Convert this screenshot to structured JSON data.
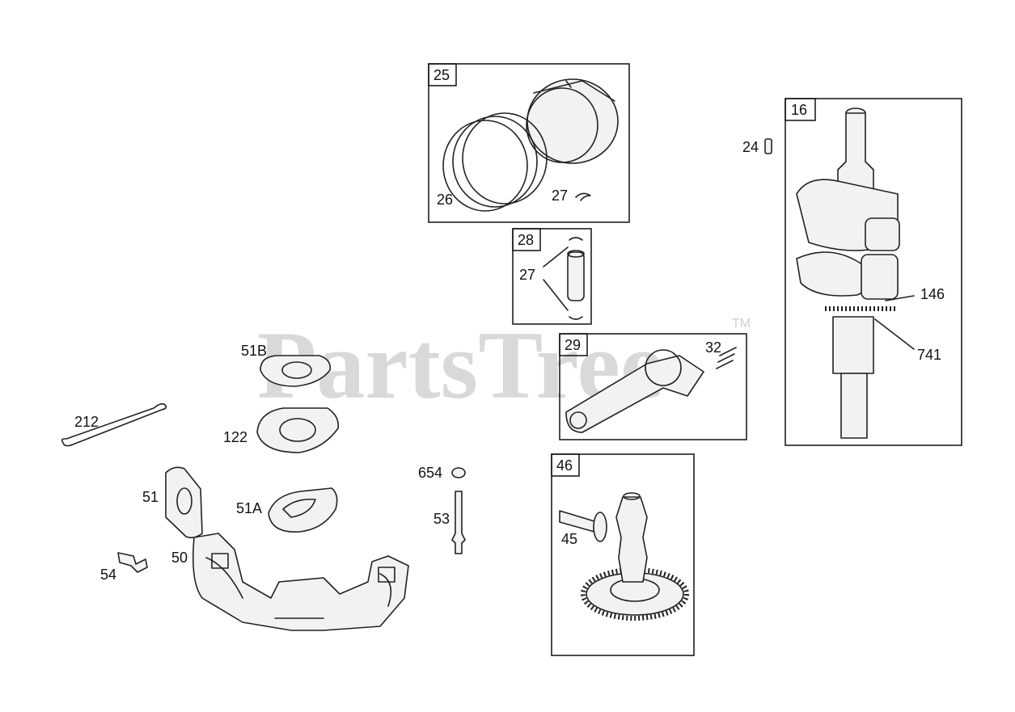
{
  "watermark": {
    "brand": "PartsTree",
    "trademark": "TM"
  },
  "boxes": [
    {
      "id": "25",
      "label": "25"
    },
    {
      "id": "28",
      "label": "28"
    },
    {
      "id": "29",
      "label": "29"
    },
    {
      "id": "16",
      "label": "16"
    },
    {
      "id": "46",
      "label": "46"
    }
  ],
  "callouts": {
    "c26": "26",
    "c27a": "27",
    "c27b": "27",
    "c32": "32",
    "c24": "24",
    "c146": "146",
    "c741": "741",
    "c45": "45",
    "c51B": "51B",
    "c122": "122",
    "c212": "212",
    "c51": "51",
    "c51A": "51A",
    "c654": "654",
    "c53": "53",
    "c50": "50",
    "c54": "54"
  }
}
